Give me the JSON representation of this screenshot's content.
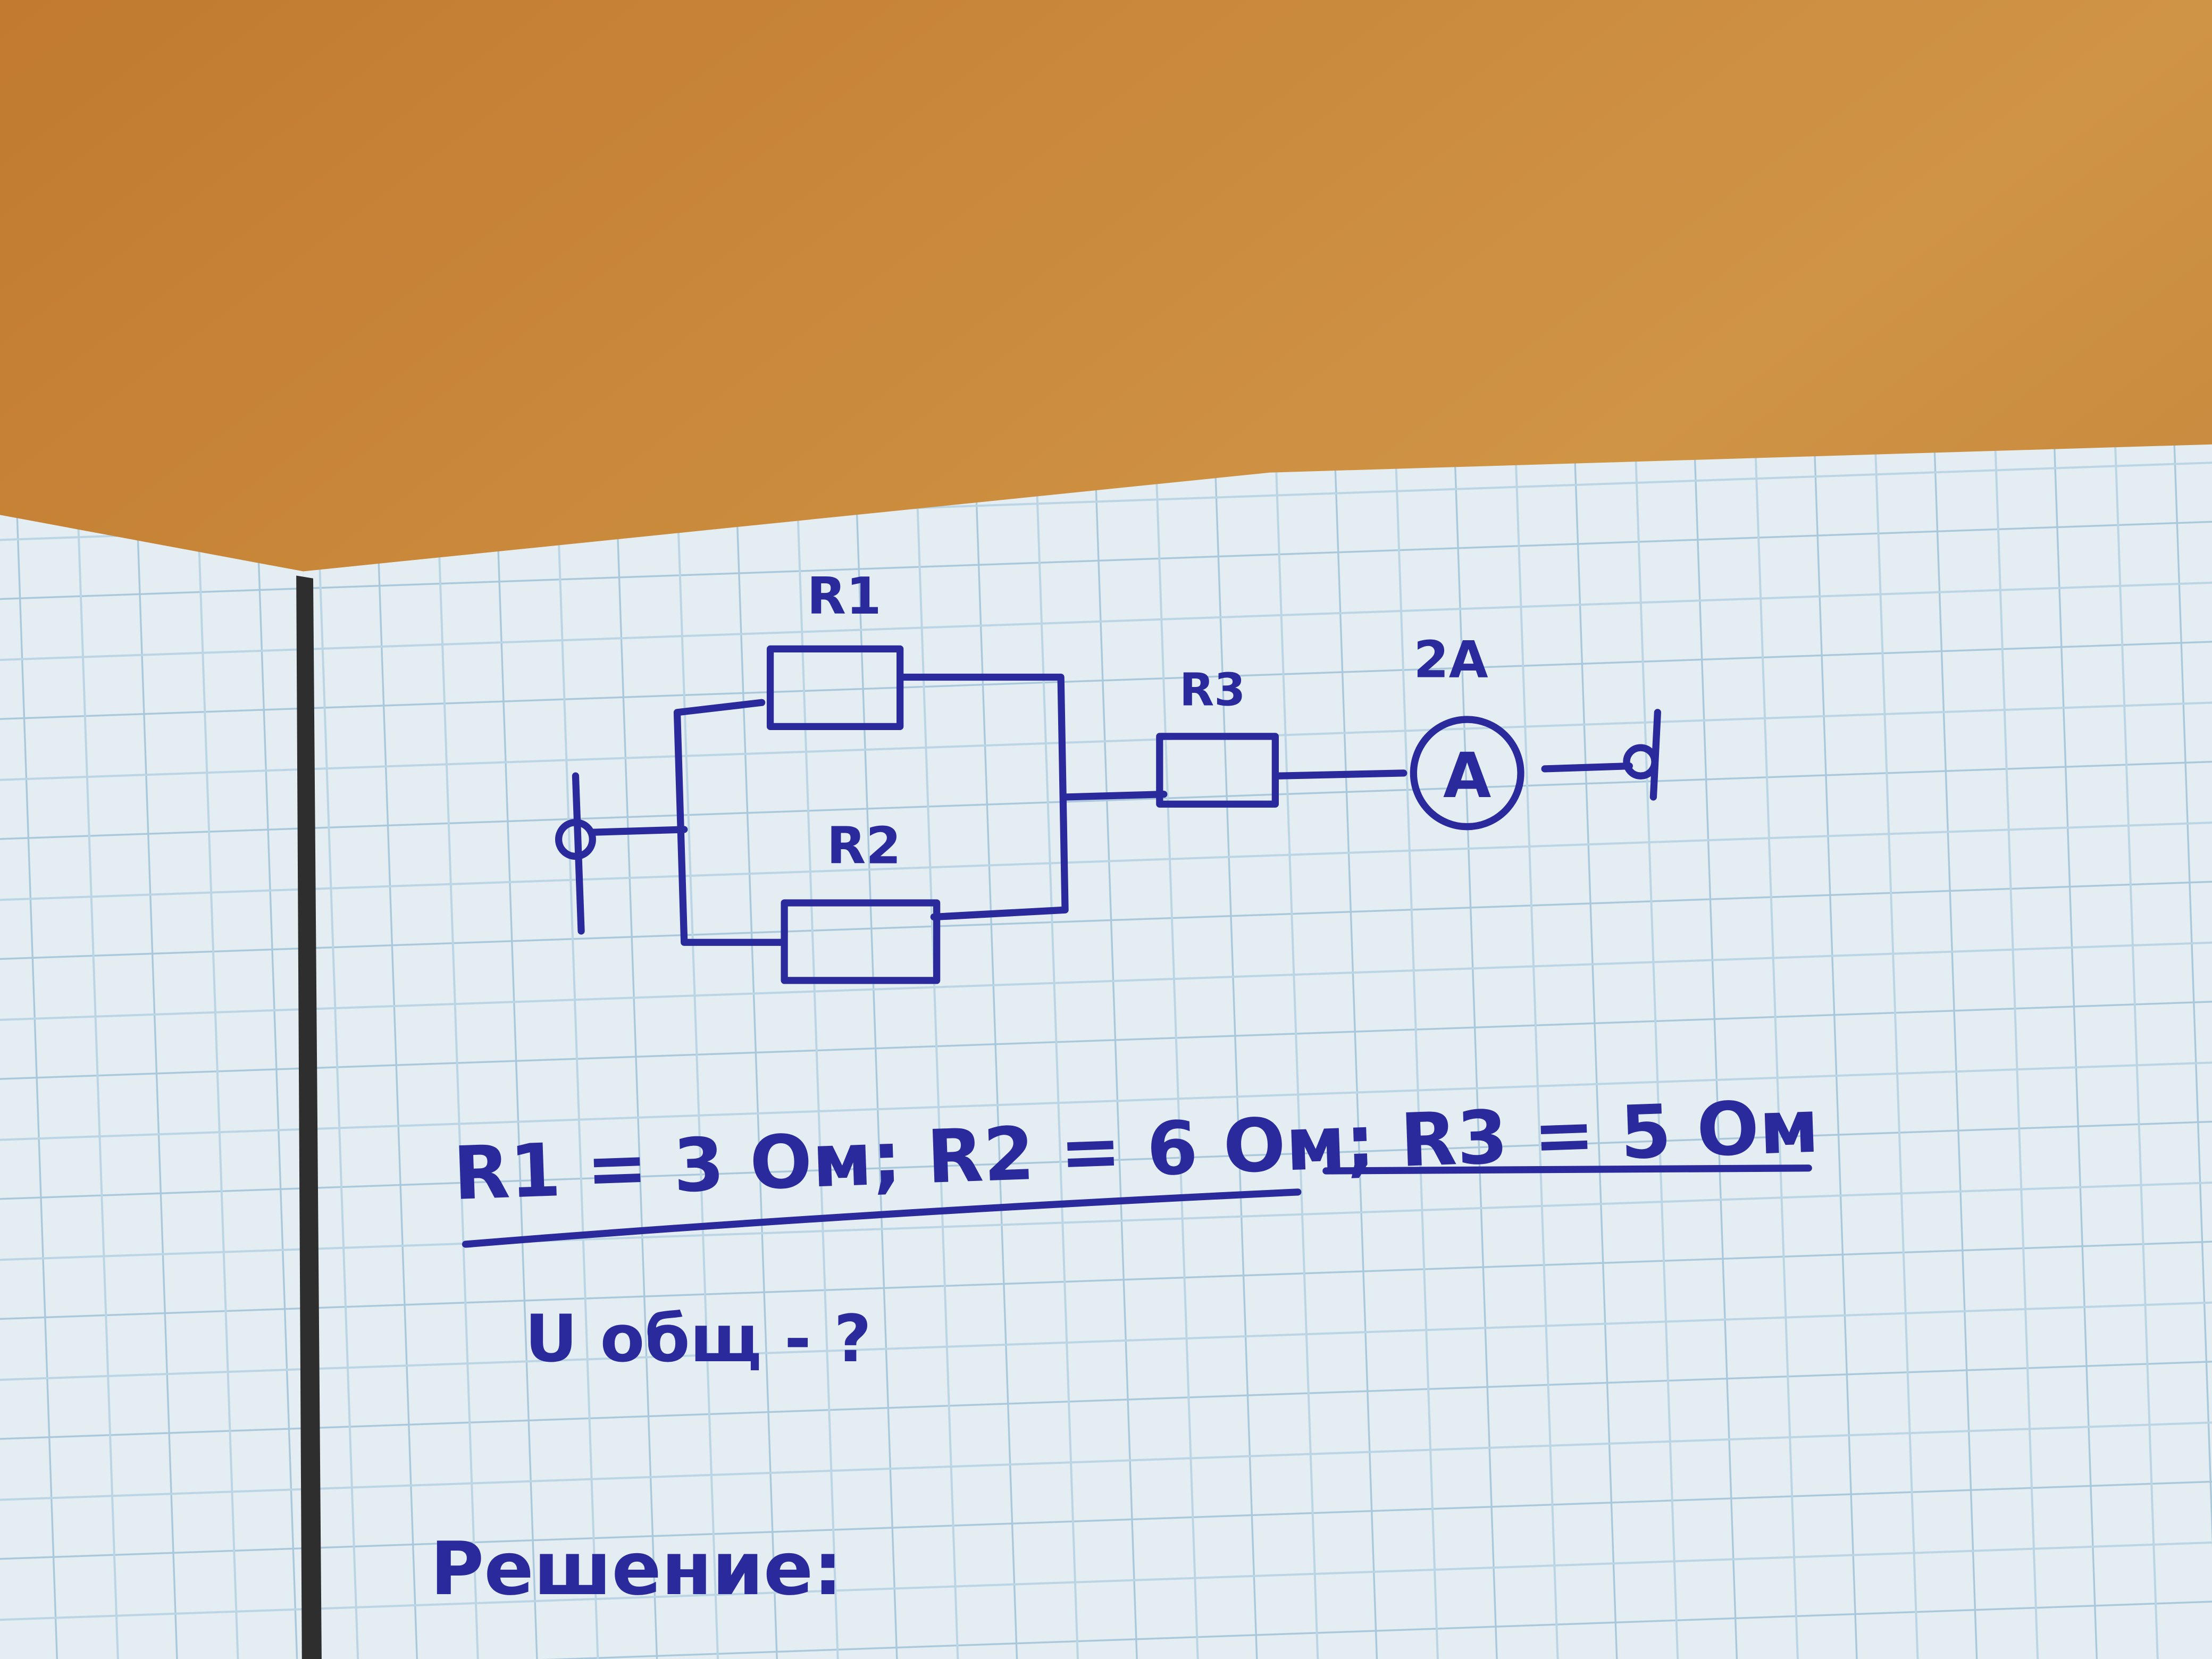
{
  "diagram": {
    "title": "Handwritten circuit problem in a grid notebook",
    "labels": {
      "r1": "R1",
      "r2": "R2",
      "r3": "R3",
      "ammeter_reading": "2A",
      "ammeter_symbol": "A"
    },
    "given": "R1 = 3 Ом; R2 = 6 Ом; R3 = 5 Ом",
    "find": "U общ - ?",
    "solution_heading": "Решение:"
  },
  "colors": {
    "ink": "#2b2a9c",
    "paper": "#e6eef2",
    "grid": "#a9c8dc",
    "wood": "#c4853a"
  }
}
